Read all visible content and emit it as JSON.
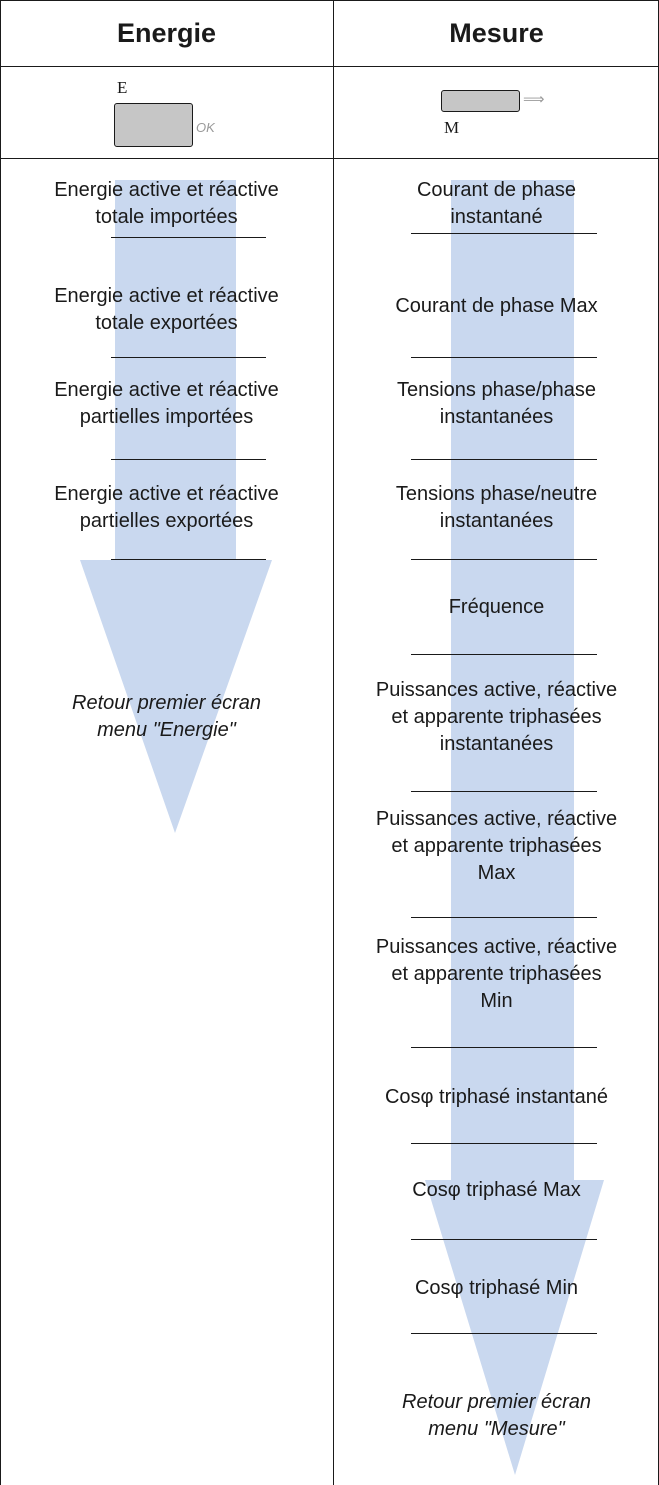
{
  "headers": {
    "energie": "Energie",
    "mesure": "Mesure"
  },
  "keys": {
    "energie_letter": "E",
    "energie_ok": "OK",
    "mesure_letter": "M"
  },
  "energie_items": [
    "Energie active et réactive\ntotale importées",
    "Energie active et réactive\ntotale exportées",
    "Energie active et réactive\npartielles importées",
    "Energie active et réactive\npartielles exportées"
  ],
  "energie_return": "Retour premier écran\nmenu \"Energie\"",
  "mesure_items": [
    "Courant de phase\ninstantané",
    "Courant de phase Max",
    "Tensions phase/phase\ninstantanées",
    "Tensions phase/neutre\ninstantanées",
    "Fréquence",
    "Puissances active, réactive\net apparente triphasées\ninstantanées",
    "Puissances active, réactive\net apparente triphasées\nMax",
    "Puissances active, réactive\net apparente triphasées\nMin",
    "Cosφ triphasé instantané",
    "Cosφ triphasé Max",
    "Cosφ triphasé Min"
  ],
  "mesure_return": "Retour premier écran\nmenu \"Mesure\"",
  "colors": {
    "arrow": "#c9d8ef",
    "line": "#1a1a1a",
    "key": "#c6c6c6"
  }
}
